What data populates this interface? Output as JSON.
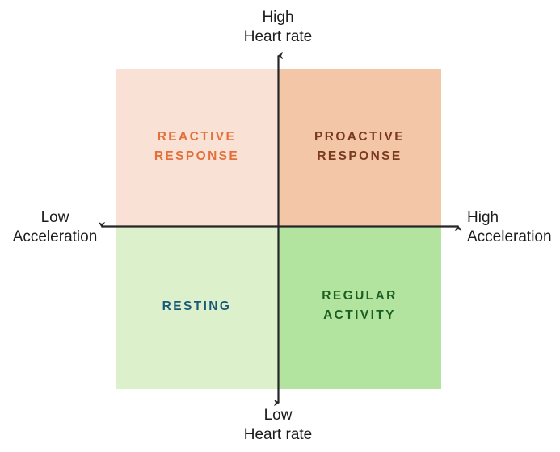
{
  "diagram": {
    "type": "2x2-quadrant-matrix",
    "axes": {
      "vertical": {
        "name": "Heart rate",
        "top_label": "High\nHeart rate",
        "bottom_label": "Low\nHeart rate",
        "top_value": "High",
        "bottom_value": "Low",
        "arrow_both_ends": true,
        "color": "#262626"
      },
      "horizontal": {
        "name": "Acceleration",
        "left_label": "Low\nAcceleration",
        "right_label": "High\nAcceleration",
        "left_value": "Low",
        "right_value": "High",
        "arrow_both_ends": true,
        "color": "#262626"
      }
    },
    "quadrants": [
      {
        "position": "top-left",
        "label": "REACTIVE\nRESPONSE",
        "line1": "REACTIVE",
        "line2": "RESPONSE",
        "heart_rate": "High",
        "acceleration": "Low",
        "fill": "#F9E2D5",
        "text_color": "#E1703A"
      },
      {
        "position": "top-right",
        "label": "PROACTIVE\nRESPONSE",
        "line1": "PROACTIVE",
        "line2": "RESPONSE",
        "heart_rate": "High",
        "acceleration": "High",
        "fill": "#F4C6A8",
        "text_color": "#7A3A1E"
      },
      {
        "position": "bottom-left",
        "label": "RESTING",
        "line1": "RESTING",
        "line2": "",
        "heart_rate": "Low",
        "acceleration": "Low",
        "fill": "#DCF0CC",
        "text_color": "#1A5A78"
      },
      {
        "position": "bottom-right",
        "label": "REGULAR\nACTIVITY",
        "line1": "REGULAR",
        "line2": "ACTIVITY",
        "heart_rate": "Low",
        "acceleration": "High",
        "fill": "#B2E4A0",
        "text_color": "#1B5E20"
      }
    ],
    "background": "#FFFFFF"
  }
}
